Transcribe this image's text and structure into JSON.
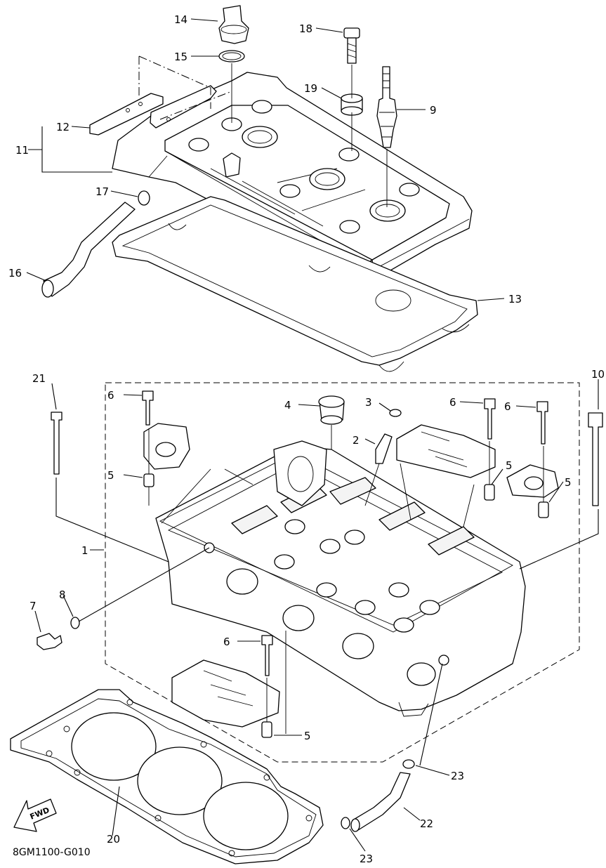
{
  "diagram": {
    "drawing_code": "8GM1100-G010",
    "fwd_label": "FWD",
    "callouts": [
      "1",
      "2",
      "3",
      "4",
      "5",
      "5",
      "5",
      "5",
      "6",
      "6",
      "6",
      "6",
      "7",
      "8",
      "9",
      "10",
      "11",
      "12",
      "13",
      "14",
      "15",
      "16",
      "17",
      "18",
      "19",
      "20",
      "21",
      "22",
      "23",
      "23"
    ]
  }
}
